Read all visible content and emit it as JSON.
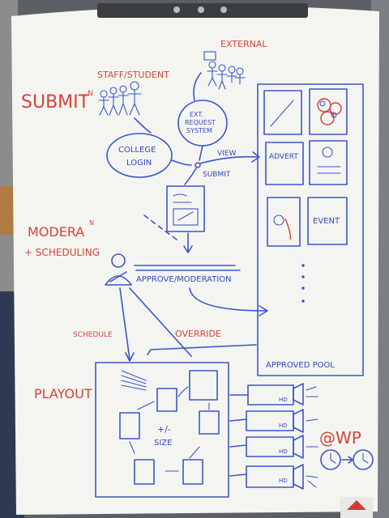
{
  "labels": {
    "submit": "SUBMIT",
    "submit_superscript": "N",
    "staff_student": "STAFF/STUDENT",
    "external": "EXTERNAL",
    "ext_request_1": "EXT.",
    "ext_request_2": "REQUEST",
    "ext_request_3": "SYSTEM",
    "college_login_1": "COLLEGE",
    "college_login_2": "LOGIN",
    "view": "VIEW",
    "submit_small": "SUBMIT",
    "advert": "ADVERT",
    "event": "EVENT",
    "moderation_1": "MODERA",
    "moderation_sup": "N",
    "moderation_2": "+ SCHEDULING",
    "approve_moderation": "APPROVE/MODERATION",
    "schedule": "SCHEDULE",
    "override": "OVERRIDE",
    "approved_pool": "APPROVED POOL",
    "playout": "PLAYOUT",
    "size_1": "+/-",
    "size_2": "SIZE",
    "hd": "HD",
    "at_wp": "@WP"
  },
  "colors": {
    "whiteboard": "#f4f5f1",
    "red_marker": "#d6433a",
    "blue_marker": "#3a56c8",
    "background": "#5b5e63"
  }
}
